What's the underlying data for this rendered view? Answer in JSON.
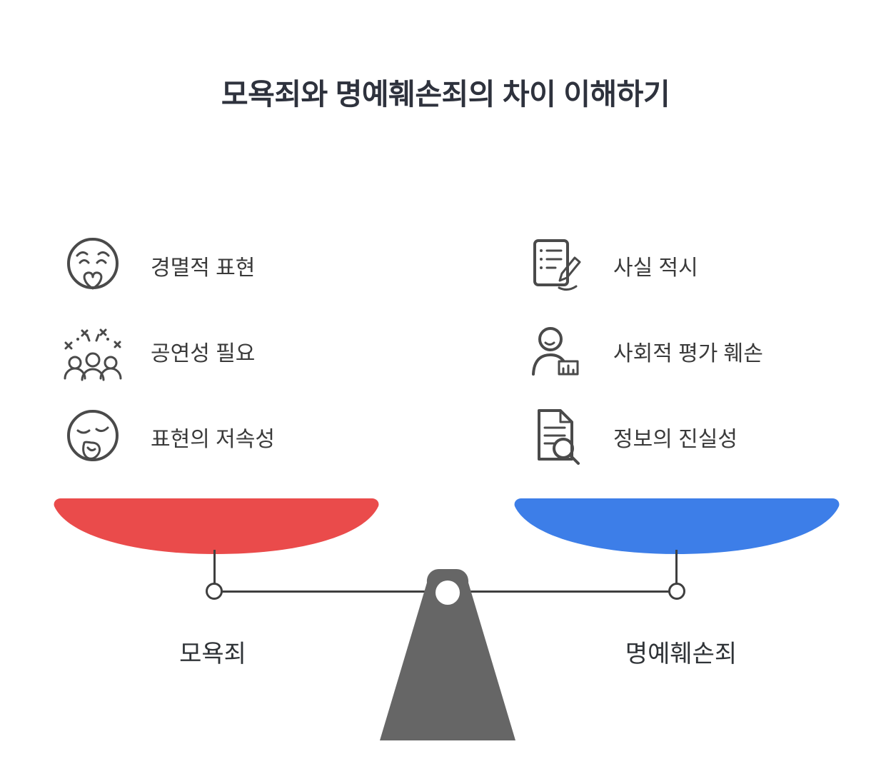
{
  "title": "모욕죄와 명예훼손죄의 차이 이해하기",
  "left": {
    "label": "모욕죄",
    "color": "#ea4b4b",
    "items": [
      {
        "icon": "mocking-face-icon",
        "label": "경멸적 표현"
      },
      {
        "icon": "crowd-icon",
        "label": "공연성 필요"
      },
      {
        "icon": "vulgar-face-icon",
        "label": "표현의 저속성"
      }
    ]
  },
  "right": {
    "label": "명예훼손죄",
    "color": "#3d7ee8",
    "items": [
      {
        "icon": "document-writing-icon",
        "label": "사실 적시"
      },
      {
        "icon": "person-podium-icon",
        "label": "사회적 평가 훼손"
      },
      {
        "icon": "document-search-icon",
        "label": "정보의 진실성"
      }
    ]
  },
  "scale": {
    "line_color": "#3f3f3f",
    "stand_color": "#666666"
  }
}
